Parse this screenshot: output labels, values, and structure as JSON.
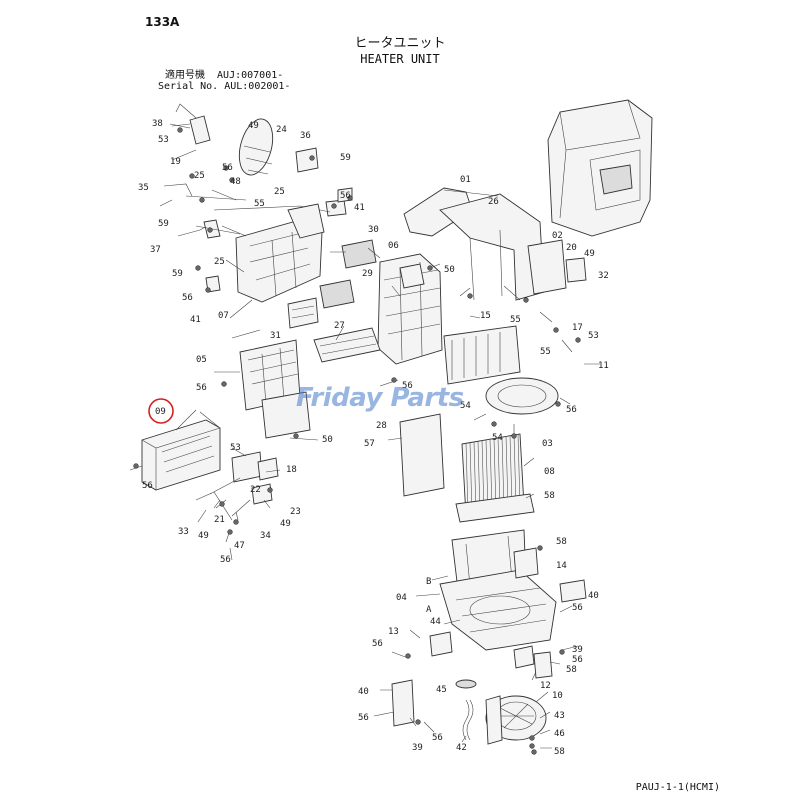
{
  "header": {
    "page_code": "133A",
    "title_jp": "ヒータユニット",
    "title_en": "HEATER UNIT",
    "serial_line_1": "適用号機  AUJ:007001-",
    "serial_line_2": "Serial No. AUL:002001-"
  },
  "footer": {
    "code": "PAUJ-1-1(HCMI)"
  },
  "watermark": {
    "text": "Friday Parts",
    "color": "#4678c8"
  },
  "highlight": {
    "label": "09",
    "color": "#d62020"
  },
  "labels": [
    {
      "id": "l38",
      "t": "38"
    },
    {
      "id": "l53a",
      "t": "53"
    },
    {
      "id": "l19",
      "t": "19"
    },
    {
      "id": "l49a",
      "t": "49"
    },
    {
      "id": "l24",
      "t": "24"
    },
    {
      "id": "l56a",
      "t": "56"
    },
    {
      "id": "l48",
      "t": "48"
    },
    {
      "id": "l36",
      "t": "36"
    },
    {
      "id": "l59a",
      "t": "59"
    },
    {
      "id": "l25a",
      "t": "25"
    },
    {
      "id": "l25b",
      "t": "25"
    },
    {
      "id": "l35",
      "t": "35"
    },
    {
      "id": "l59b",
      "t": "59"
    },
    {
      "id": "l56b",
      "t": "56"
    },
    {
      "id": "l41a",
      "t": "41"
    },
    {
      "id": "l55a",
      "t": "55"
    },
    {
      "id": "l37",
      "t": "37"
    },
    {
      "id": "l25c",
      "t": "25"
    },
    {
      "id": "l59c",
      "t": "59"
    },
    {
      "id": "l56c",
      "t": "56"
    },
    {
      "id": "l41b",
      "t": "41"
    },
    {
      "id": "l07",
      "t": "07"
    },
    {
      "id": "l30",
      "t": "30"
    },
    {
      "id": "l29",
      "t": "29"
    },
    {
      "id": "l06",
      "t": "06"
    },
    {
      "id": "l50a",
      "t": "50"
    },
    {
      "id": "l01",
      "t": "01"
    },
    {
      "id": "l26",
      "t": "26"
    },
    {
      "id": "l02",
      "t": "02"
    },
    {
      "id": "l20",
      "t": "20"
    },
    {
      "id": "l49b",
      "t": "49"
    },
    {
      "id": "l32",
      "t": "32"
    },
    {
      "id": "l31",
      "t": "31"
    },
    {
      "id": "l27",
      "t": "27"
    },
    {
      "id": "l15",
      "t": "15"
    },
    {
      "id": "l55b",
      "t": "55"
    },
    {
      "id": "l53b",
      "t": "53"
    },
    {
      "id": "l17",
      "t": "17"
    },
    {
      "id": "l55c",
      "t": "55"
    },
    {
      "id": "l11",
      "t": "11"
    },
    {
      "id": "l05",
      "t": "05"
    },
    {
      "id": "l56d",
      "t": "56"
    },
    {
      "id": "l56e",
      "t": "56"
    },
    {
      "id": "l56f",
      "t": "56"
    },
    {
      "id": "l09",
      "t": "09"
    },
    {
      "id": "l28",
      "t": "28"
    },
    {
      "id": "l54a",
      "t": "54"
    },
    {
      "id": "l54b",
      "t": "54"
    },
    {
      "id": "l03",
      "t": "03"
    },
    {
      "id": "l57",
      "t": "57"
    },
    {
      "id": "l50b",
      "t": "50"
    },
    {
      "id": "l56g",
      "t": "56"
    },
    {
      "id": "l53c",
      "t": "53"
    },
    {
      "id": "l18",
      "t": "18"
    },
    {
      "id": "l08",
      "t": "08"
    },
    {
      "id": "l58a",
      "t": "58"
    },
    {
      "id": "l22",
      "t": "22"
    },
    {
      "id": "l23",
      "t": "23"
    },
    {
      "id": "l33",
      "t": "33"
    },
    {
      "id": "l21",
      "t": "21"
    },
    {
      "id": "l49c",
      "t": "49"
    },
    {
      "id": "l49d",
      "t": "49"
    },
    {
      "id": "l34",
      "t": "34"
    },
    {
      "id": "l47",
      "t": "47"
    },
    {
      "id": "l56h",
      "t": "56"
    },
    {
      "id": "l58b",
      "t": "58"
    },
    {
      "id": "l14",
      "t": "14"
    },
    {
      "id": "lB",
      "t": "B"
    },
    {
      "id": "l04",
      "t": "04"
    },
    {
      "id": "lA",
      "t": "A"
    },
    {
      "id": "l56i",
      "t": "56"
    },
    {
      "id": "l40a",
      "t": "40"
    },
    {
      "id": "l44",
      "t": "44"
    },
    {
      "id": "l13",
      "t": "13"
    },
    {
      "id": "l56j",
      "t": "56"
    },
    {
      "id": "l39a",
      "t": "39"
    },
    {
      "id": "l58c",
      "t": "58"
    },
    {
      "id": "l56k",
      "t": "56"
    },
    {
      "id": "l12",
      "t": "12"
    },
    {
      "id": "l40b",
      "t": "40"
    },
    {
      "id": "l45",
      "t": "45"
    },
    {
      "id": "l10",
      "t": "10"
    },
    {
      "id": "l56l",
      "t": "56"
    },
    {
      "id": "l39b",
      "t": "39"
    },
    {
      "id": "l56m",
      "t": "56"
    },
    {
      "id": "l42",
      "t": "42"
    },
    {
      "id": "l43",
      "t": "43"
    },
    {
      "id": "l46",
      "t": "46"
    },
    {
      "id": "l58d",
      "t": "58"
    }
  ]
}
